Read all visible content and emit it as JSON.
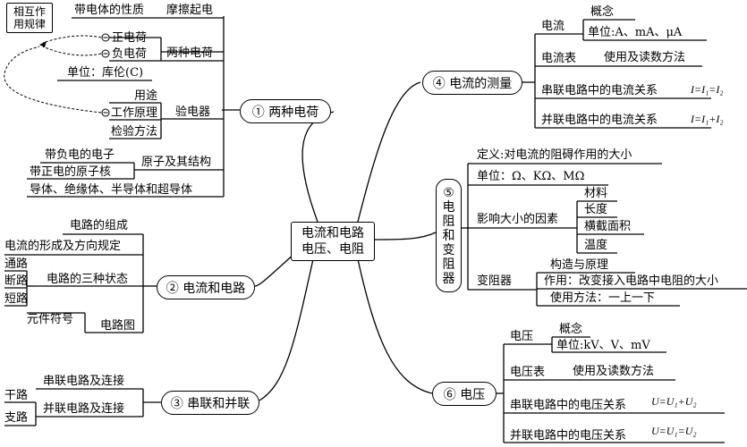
{
  "center": {
    "line1": "电流和电路",
    "line2": "电压、电阻"
  },
  "b1": {
    "title": "① 两种电荷",
    "mutual": {
      "line1": "相互作",
      "line2": "用规律"
    },
    "nature": "带电体的性质",
    "friction": "摩擦起电",
    "positive": "正电荷",
    "negative": "负电荷",
    "two_charges": "两种电荷",
    "unit": "单位：库伦(C)",
    "use": "用途",
    "principle": "工作原理",
    "method": "检验方法",
    "electroscope": "验电器",
    "neg_electron": "带负电的电子",
    "pos_nucleus": "带正电的原子核",
    "atom": "原子及其结构",
    "materials": "导体、绝缘体、半导体和超导体"
  },
  "b2": {
    "title": "② 电流和电路",
    "composition": "电路的组成",
    "formation": "电流的形成及方向规定",
    "pass": "通路",
    "open": "断路",
    "short": "短路",
    "three_states": "电路的三种状态",
    "symbols": "元件符号",
    "diagram": "电路图"
  },
  "b3": {
    "title": "③ 串联和并联",
    "series_conn": "串联电路及连接",
    "trunk": "干路",
    "branch": "支路",
    "parallel_conn": "并联电路及连接"
  },
  "b4": {
    "title": "④ 电流的测量",
    "current": "电流",
    "concept": "概念",
    "unit": "单位:A、mA、μA",
    "ammeter": "电流表",
    "usage": "使用及读数方法",
    "series_rel": "串联电路中的电流关系",
    "series_formula": "I=I₁=I₂",
    "parallel_rel": "并联电路中的电流关系",
    "parallel_formula": "I=I₁+I₂"
  },
  "b5": {
    "title_chars": [
      "⑤",
      "电",
      "阻",
      "和",
      "变",
      "阻",
      "器"
    ],
    "definition": "定义:对电流的阻碍作用的大小",
    "unit": "单位：Ω、KΩ、MΩ",
    "factors": "影响大小的因素",
    "material": "材料",
    "length": "长度",
    "area": "横截面积",
    "temp": "温度",
    "rheostat": "变阻器",
    "structure": "构造与原理",
    "function": "作用：改变接入电路中电阻的大小",
    "method": "使用方法：一上一下"
  },
  "b6": {
    "title": "⑥ 电压",
    "voltage": "电压",
    "concept": "概念",
    "unit": "单位:kV、V、mV",
    "voltmeter": "电压表",
    "usage": "使用及读数方法",
    "series_rel": "串联电路中的电压关系",
    "series_formula": "U=U₁+U₂",
    "parallel_rel": "并联电路中的电压关系",
    "parallel_formula": "U=U₁=U₂"
  }
}
